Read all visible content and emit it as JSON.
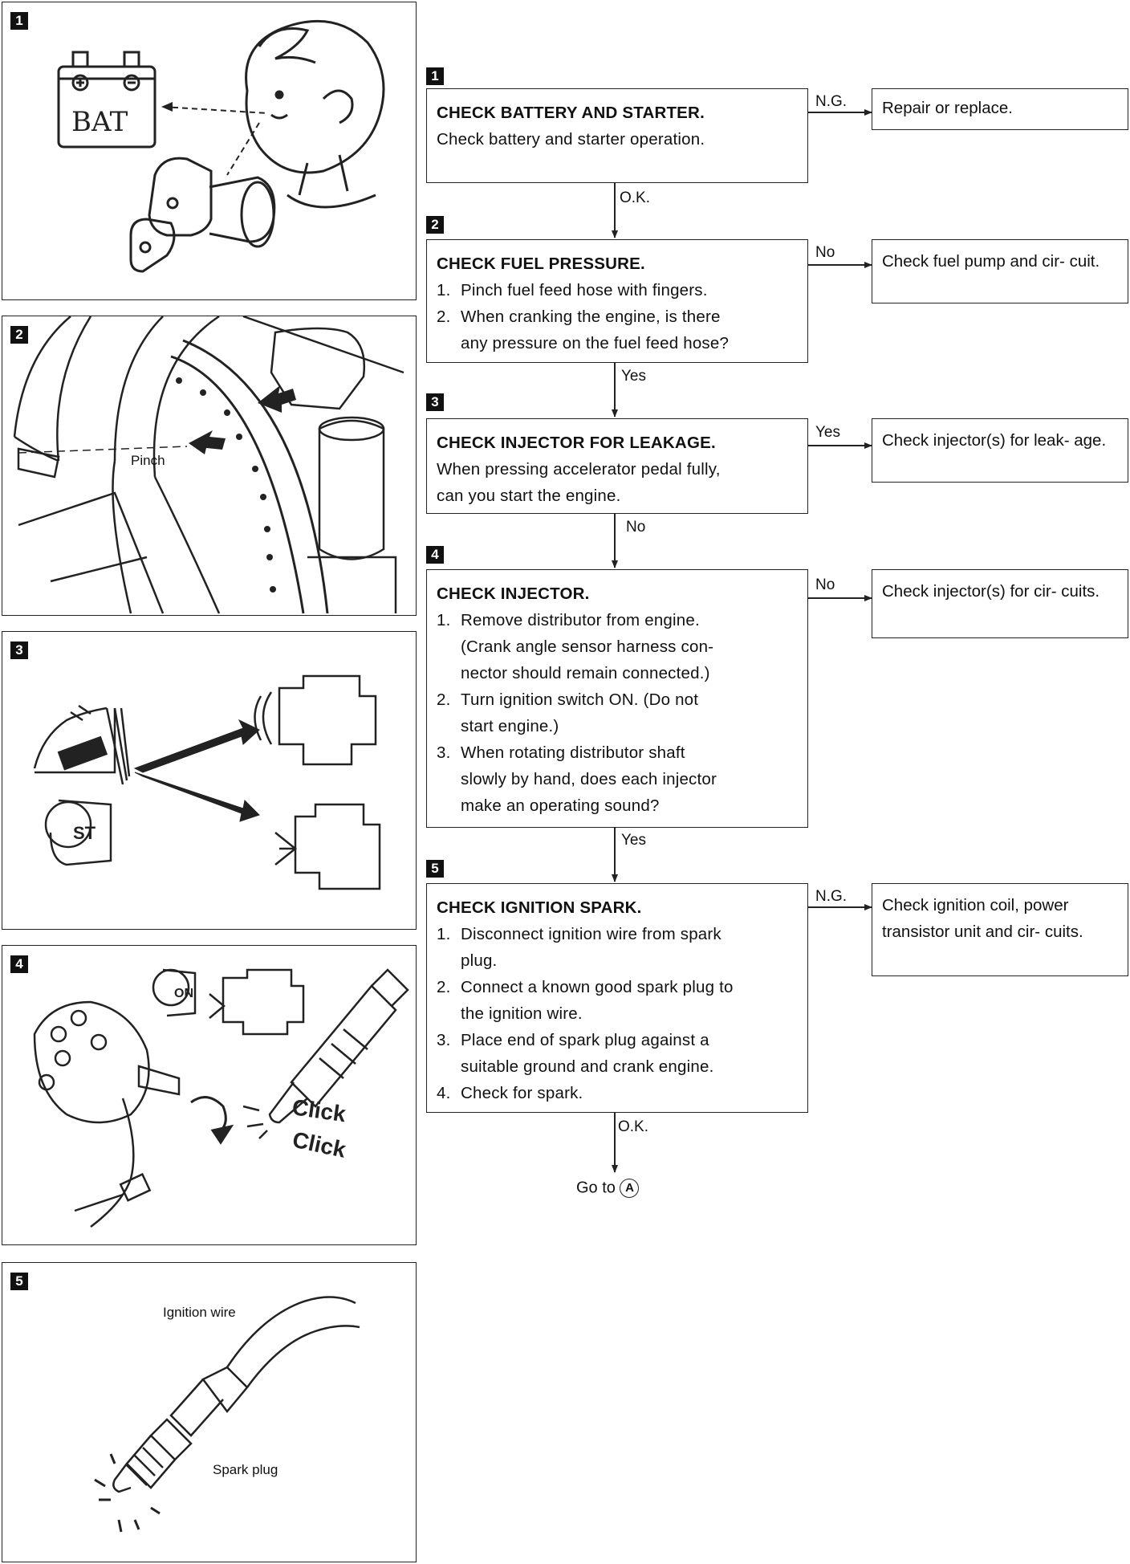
{
  "steps": [
    {
      "num": "1",
      "title": "CHECK BATTERY AND STARTER.",
      "body": [
        "Check battery and starter operation."
      ],
      "items": [],
      "branch_label": "N.G.",
      "branch_result": [
        "Repair or replace."
      ],
      "down_label": "O.K."
    },
    {
      "num": "2",
      "title": "CHECK FUEL PRESSURE.",
      "body": [],
      "items": [
        {
          "n": "1.",
          "lines": [
            "Pinch fuel feed hose with fingers."
          ]
        },
        {
          "n": "2.",
          "lines": [
            "When cranking the engine, is there",
            "any pressure on the fuel feed hose?"
          ]
        }
      ],
      "branch_label": "No",
      "branch_result": [
        "Check fuel pump and cir-",
        "cuit."
      ],
      "down_label": "Yes"
    },
    {
      "num": "3",
      "title": "CHECK INJECTOR FOR LEAKAGE.",
      "body": [
        "When pressing accelerator pedal fully,",
        "can you start the engine."
      ],
      "items": [],
      "branch_label": "Yes",
      "branch_result": [
        "Check injector(s) for leak-",
        "age."
      ],
      "down_label": "No"
    },
    {
      "num": "4",
      "title": "CHECK INJECTOR.",
      "body": [],
      "items": [
        {
          "n": "1.",
          "lines": [
            "Remove distributor from engine.",
            "(Crank angle sensor harness con-",
            "nector should remain connected.)"
          ]
        },
        {
          "n": "2.",
          "lines": [
            "Turn ignition switch ON. (Do not",
            "start engine.)"
          ]
        },
        {
          "n": "3.",
          "lines": [
            "When rotating distributor shaft",
            "slowly by hand, does each injector",
            "make an operating sound?"
          ]
        }
      ],
      "branch_label": "No",
      "branch_result": [
        "Check injector(s) for cir-",
        "cuits."
      ],
      "down_label": "Yes"
    },
    {
      "num": "5",
      "title": "CHECK IGNITION SPARK.",
      "body": [],
      "items": [
        {
          "n": "1.",
          "lines": [
            "Disconnect ignition wire from spark",
            "plug."
          ]
        },
        {
          "n": "2.",
          "lines": [
            "Connect a known good spark plug to",
            "the ignition wire."
          ]
        },
        {
          "n": "3.",
          "lines": [
            "Place end of spark plug against a",
            "suitable ground and crank engine."
          ]
        },
        {
          "n": "4.",
          "lines": [
            "Check for spark."
          ]
        }
      ],
      "branch_label": "N.G.",
      "branch_result": [
        "Check ignition coil, power",
        "transistor unit and cir-",
        "cuits."
      ],
      "down_label": "O.K."
    }
  ],
  "goto": {
    "text": "Go to",
    "target": "A"
  },
  "illustrations": {
    "panel_numbers": [
      "1",
      "2",
      "3",
      "4",
      "5"
    ],
    "battery_label": "BAT",
    "pinch_label": "Pinch",
    "key_st_label": "ST",
    "key_on_label": "ON",
    "click_text": "Click",
    "ignition_wire_label": "Ignition wire",
    "spark_plug_label": "Spark plug"
  }
}
